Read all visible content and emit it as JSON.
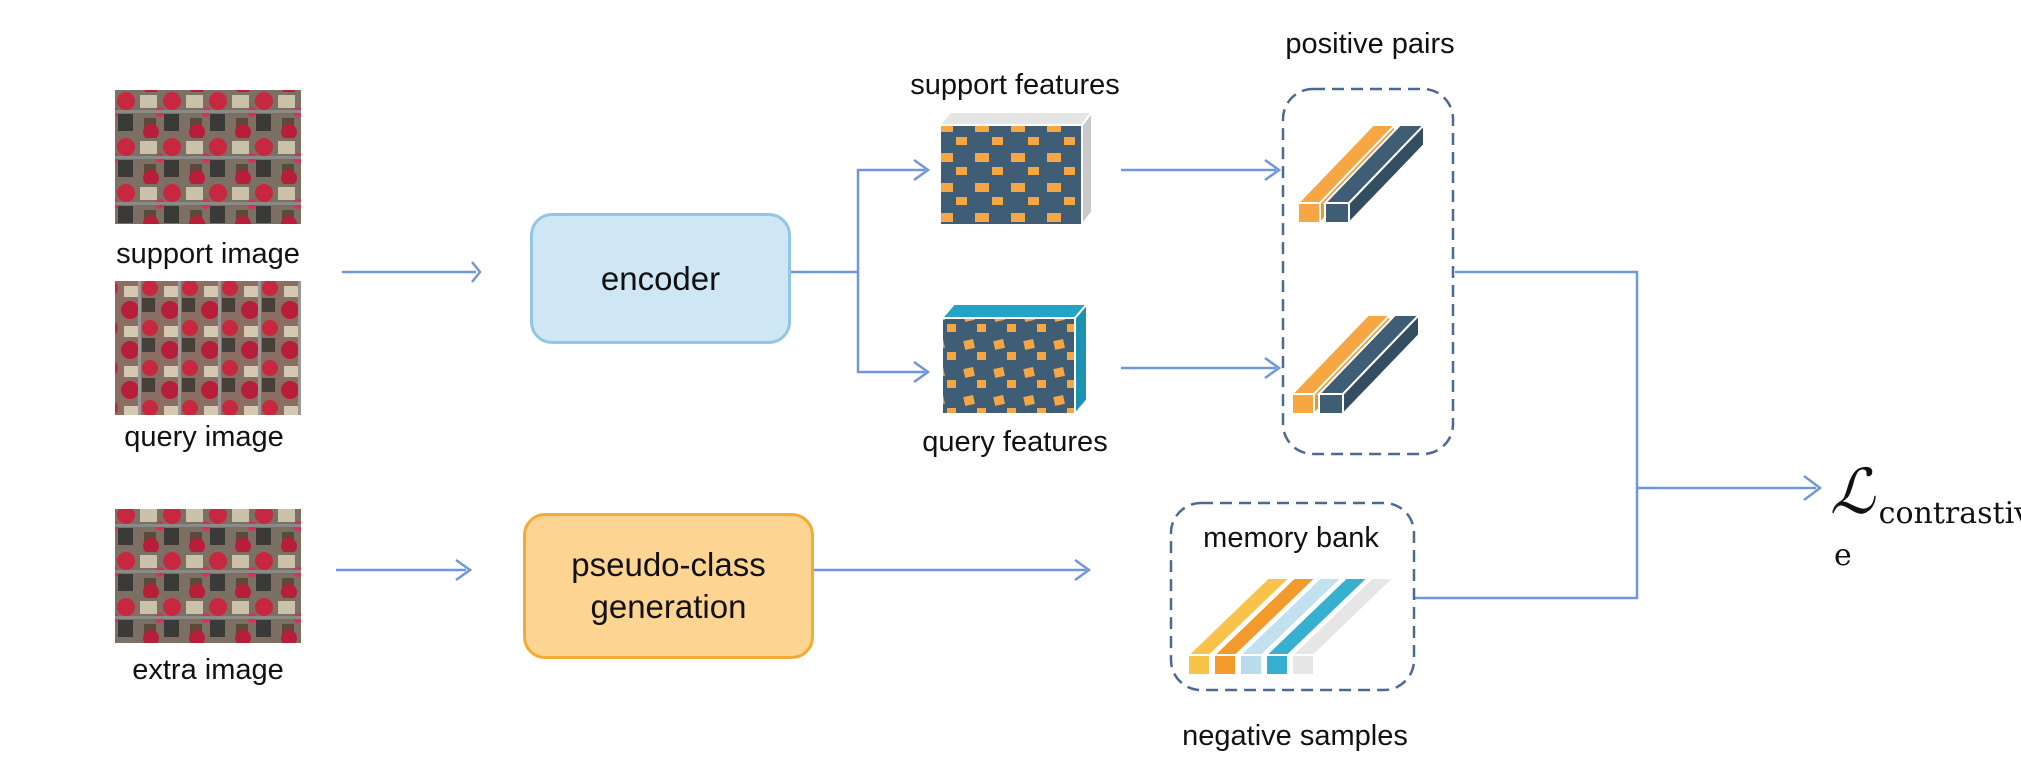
{
  "inputs": {
    "support_image": "support image",
    "query_image": "query image",
    "extra_image": "extra image"
  },
  "modules": {
    "encoder": "encoder",
    "pseudo_class_generation_line1": "pseudo-class",
    "pseudo_class_generation_line2": "generation"
  },
  "features": {
    "support_features": "support features",
    "query_features": "query features"
  },
  "pairs": {
    "positive_pairs": "positive pairs",
    "memory_bank": "memory bank",
    "negative_samples": "negative samples"
  },
  "loss": {
    "symbol": "ℒ",
    "subscript": "contrastiv e"
  },
  "colors": {
    "arrow": "#6f97dd",
    "dashed_frame": "#4a6a96",
    "feature_orange": "#f6a643",
    "feature_slate": "#3f5d74",
    "support_side": "#c9c9c9",
    "query_side": "#23a4c6",
    "encoder_fill": "#cfe6f4",
    "pseudo_fill": "#fed492",
    "aerial_red": "#c7283f"
  },
  "icons": [
    "support-aerial-image",
    "query-aerial-image",
    "extra-aerial-image",
    "arrow-icon"
  ]
}
